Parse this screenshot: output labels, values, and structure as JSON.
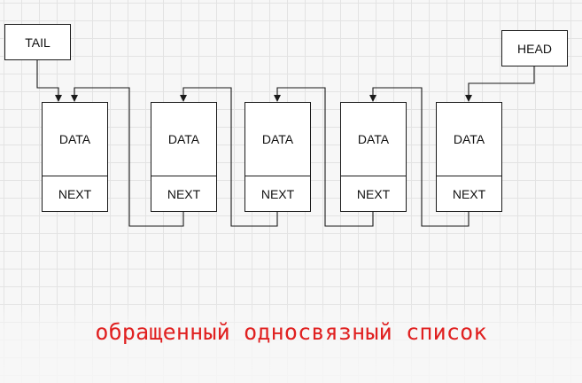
{
  "diagram": {
    "tail_label": "TAIL",
    "head_label": "HEAD",
    "nodes": [
      {
        "data": "DATA",
        "next": "NEXT"
      },
      {
        "data": "DATA",
        "next": "NEXT"
      },
      {
        "data": "DATA",
        "next": "NEXT"
      },
      {
        "data": "DATA",
        "next": "NEXT"
      },
      {
        "data": "DATA",
        "next": "NEXT"
      }
    ]
  },
  "caption": {
    "text": "обращенный односвязный список",
    "color": "#e02020"
  }
}
